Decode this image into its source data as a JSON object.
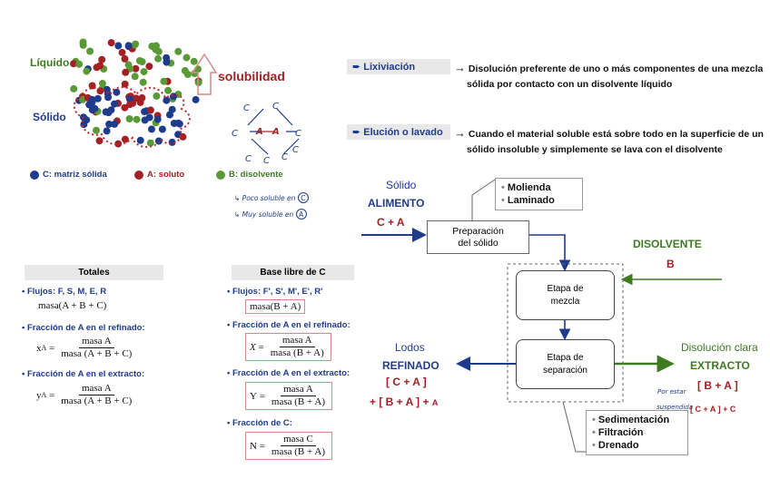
{
  "particles": {
    "liquido": "Líquido",
    "solido": "Sólido",
    "solubilidad": "solubilidad",
    "molecule": [
      "C",
      "C",
      "C",
      "C",
      "A",
      "A",
      "C",
      "C",
      "C",
      "C"
    ],
    "legend": [
      {
        "label": "C: matriz sólida",
        "color": "#1f3b8c"
      },
      {
        "label": "A: soluto",
        "color": "#a32024"
      },
      {
        "label": "B: disolvente",
        "color": "#5a9a36"
      }
    ],
    "notes": [
      "Poco soluble en",
      "Muy soluble en"
    ],
    "note_letters": [
      "C",
      "A"
    ]
  },
  "definitions": [
    {
      "term": "Lixiviación",
      "text_line1": "Disolución preferente de uno o más componentes de una mezcla",
      "text_line2": "sólida por contacto con un disolvente líquido"
    },
    {
      "term": "Elución o lavado",
      "text_line1": "Cuando el material soluble está sobre todo en la superficie de un",
      "text_line2": "sólido insoluble y simplemente se lava con el disolvente"
    }
  ],
  "arrow_symbol": "→",
  "totales": {
    "header": "Totales",
    "flujos": "Flujos: F, S, M, E, R",
    "flujos_eq": "masa(A + B + C)",
    "frac_ref": "Fracción de A en el refinado:",
    "xa_lhs": "x",
    "xa_sub": "A",
    "xa_num": "masa A",
    "xa_den": "masa (A + B + C)",
    "frac_ext": "Fracción de A en el extracto:",
    "ya_lhs": "y",
    "ya_sub": "A",
    "ya_num": "masa A",
    "ya_den": "masa (A + B + C)"
  },
  "base_libre": {
    "header": "Base libre de C",
    "flujos": "Flujos: F', S', M', E', R'",
    "flujos_eq": "masa(B + A)",
    "frac_ref": "Fracción de A en el refinado:",
    "x_lhs": "X",
    "x_num": "masa A",
    "x_den": "masa (B + A)",
    "frac_ext": "Fracción de A en el extracto:",
    "y_lhs": "Y",
    "y_num": "masa A",
    "y_den": "masa (B + A)",
    "frac_c": "Fracción de C:",
    "n_lhs": "N",
    "n_num": "masa C",
    "n_den": "masa (B + A)"
  },
  "flow": {
    "solido": "Sólido",
    "alimento": "ALIMENTO",
    "alimento_comp": "C + A",
    "prep_items": [
      "Molienda",
      "Laminado"
    ],
    "prep_box": [
      "Preparación",
      "del sólido"
    ],
    "disolvente": "DISOLVENTE",
    "disolvente_comp": "B",
    "mezcla": [
      "Etapa de",
      "mezcla"
    ],
    "separacion": [
      "Etapa de",
      "separación"
    ],
    "lodos": "Lodos",
    "refinado": "REFINADO",
    "refinado_comp1": "[ C + A ]",
    "refinado_comp2": "+ [ B + A ] +",
    "refinado_comp2_sub": "A",
    "disolucion": "Disolución clara",
    "extracto": "EXTRACTO",
    "extracto_comp": "[ B + A ]",
    "sep_items": [
      "Sedimentación",
      "Filtración",
      "Drenado"
    ],
    "hand_note1": "Por estar",
    "hand_note2": "suspendida",
    "hand_note3": "[ C + A ] + C"
  }
}
